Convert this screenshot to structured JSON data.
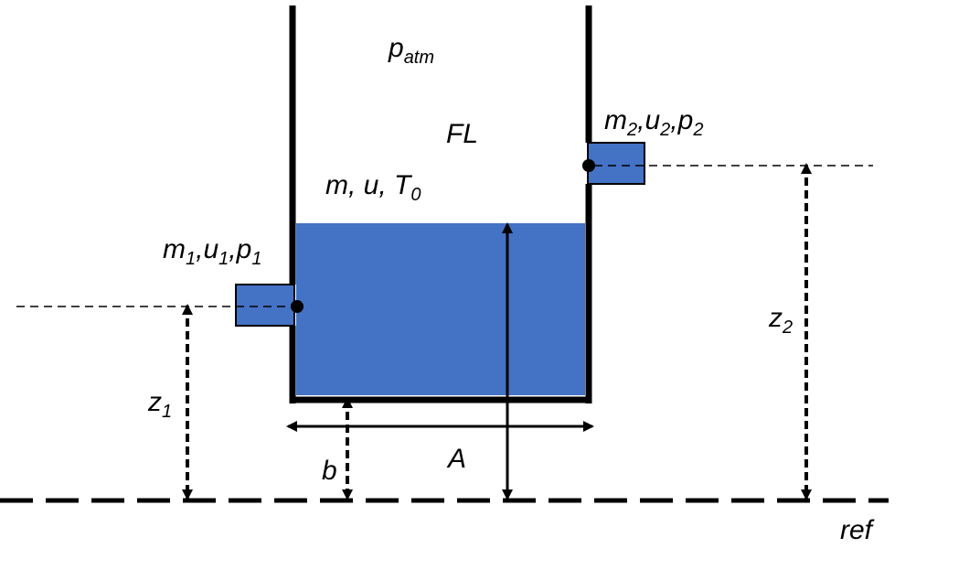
{
  "colors": {
    "fluid": "#4472C4",
    "stroke": "#000000",
    "background": "#FFFFFF"
  },
  "labels": {
    "patm": {
      "main": "p",
      "sub": "atm"
    },
    "fluid_name": "FL",
    "state": {
      "part1": "m, u, T",
      "sub": "0"
    },
    "inlet": {
      "m": "m",
      "m_sub": "1",
      "u": "u",
      "u_sub": "1",
      "p": "p",
      "p_sub": "1",
      "sep": ","
    },
    "outlet": {
      "m": "m",
      "m_sub": "2",
      "u": "u",
      "u_sub": "2",
      "p": "p",
      "p_sub": "2",
      "sep": ","
    },
    "z1": {
      "main": "z",
      "sub": "1"
    },
    "z2": {
      "main": "z",
      "sub": "2"
    },
    "b": "b",
    "A": "A",
    "ref": "ref"
  }
}
